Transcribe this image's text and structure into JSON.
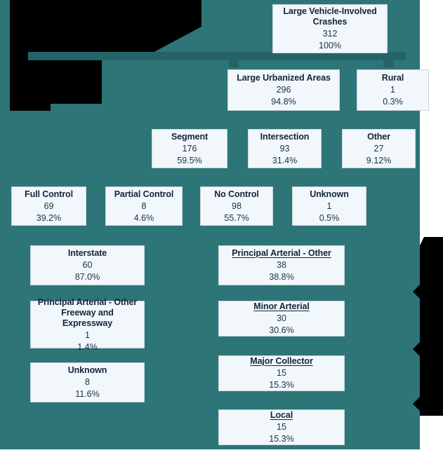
{
  "colors": {
    "background_teal": "#2d7577",
    "connector_teal": "#256366",
    "box_fill": "#f1f7fb",
    "box_border": "#c7d6de",
    "text": "#14243a",
    "mask_black": "#000000",
    "page_white": "#ffffff"
  },
  "chart_data": {
    "type": "table",
    "title": "Large Vehicle-Involved Crashes",
    "xlabel": "",
    "ylabel": "",
    "levels": [
      {
        "level": 1,
        "nodes": [
          {
            "label": "Large Vehicle-Involved Crashes",
            "count": "312",
            "pct": "100%"
          }
        ]
      },
      {
        "level": 2,
        "nodes": [
          {
            "label": "Large Urbanized Areas",
            "count": "296",
            "pct": "94.8%"
          },
          {
            "label": "Rural",
            "count": "1",
            "pct": "0.3%"
          }
        ]
      },
      {
        "level": 3,
        "nodes": [
          {
            "label": "Segment",
            "count": "176",
            "pct": "59.5%"
          },
          {
            "label": "Intersection",
            "count": "93",
            "pct": "31.4%"
          },
          {
            "label": "Other",
            "count": "27",
            "pct": "9.12%"
          }
        ]
      },
      {
        "level": 4,
        "nodes": [
          {
            "label": "Full Control",
            "count": "69",
            "pct": "39.2%"
          },
          {
            "label": "Partial Control",
            "count": "8",
            "pct": "4.6%"
          },
          {
            "label": "No Control",
            "count": "98",
            "pct": "55.7%"
          },
          {
            "label": "Unknown",
            "count": "1",
            "pct": "0.5%"
          }
        ]
      },
      {
        "level": 5,
        "column": "left",
        "nodes": [
          {
            "label": "Interstate",
            "count": "60",
            "pct": "87.0%"
          },
          {
            "label": "Principal Arterial - Other Freeway and Expressway",
            "label_line1": "Principal Arterial - Other",
            "label_line2": "Freeway and Expressway",
            "count": "1",
            "pct": "1.4%"
          },
          {
            "label": "Unknown",
            "count": "8",
            "pct": "11.6%"
          }
        ]
      },
      {
        "level": 5,
        "column": "right",
        "nodes": [
          {
            "label": "Principal Arterial - Other",
            "count": "38",
            "pct": "38.8%"
          },
          {
            "label": "Minor Arterial",
            "count": "30",
            "pct": "30.6%"
          },
          {
            "label": "Major Collector",
            "count": "15",
            "pct": "15.3%"
          },
          {
            "label": "Local",
            "count": "15",
            "pct": "15.3%"
          }
        ]
      }
    ]
  },
  "nodes": {
    "root": {
      "title": "Large Vehicle-Involved",
      "title2": "Crashes",
      "count": "312",
      "pct": "100%"
    },
    "urbanized": {
      "title": "Large Urbanized Areas",
      "count": "296",
      "pct": "94.8%"
    },
    "rural": {
      "title": "Rural",
      "count": "1",
      "pct": "0.3%"
    },
    "segment": {
      "title": "Segment",
      "count": "176",
      "pct": "59.5%"
    },
    "intersection": {
      "title": "Intersection",
      "count": "93",
      "pct": "31.4%"
    },
    "other": {
      "title": "Other",
      "count": "27",
      "pct": "9.12%"
    },
    "full_control": {
      "title": "Full Control",
      "count": "69",
      "pct": "39.2%"
    },
    "partial_control": {
      "title": "Partial Control",
      "count": "8",
      "pct": "4.6%"
    },
    "no_control": {
      "title": "No Control",
      "count": "98",
      "pct": "55.7%"
    },
    "unknown_control": {
      "title": "Unknown",
      "count": "1",
      "pct": "0.5%"
    },
    "interstate": {
      "title": "Interstate",
      "count": "60",
      "pct": "87.0%"
    },
    "pa_freeway": {
      "title": "Principal Arterial - Other",
      "title2": "Freeway and Expressway",
      "count": "1",
      "pct": "1.4%"
    },
    "unknown_func": {
      "title": "Unknown",
      "count": "8",
      "pct": "11.6%"
    },
    "pa_other": {
      "title": "Principal Arterial - Other",
      "count": "38",
      "pct": "38.8%"
    },
    "minor_arterial": {
      "title": "Minor Arterial",
      "count": "30",
      "pct": "30.6%"
    },
    "major_collector": {
      "title": "Major Collector",
      "count": "15",
      "pct": "15.3%"
    },
    "local": {
      "title": "Local",
      "count": "15",
      "pct": "15.3%"
    }
  }
}
